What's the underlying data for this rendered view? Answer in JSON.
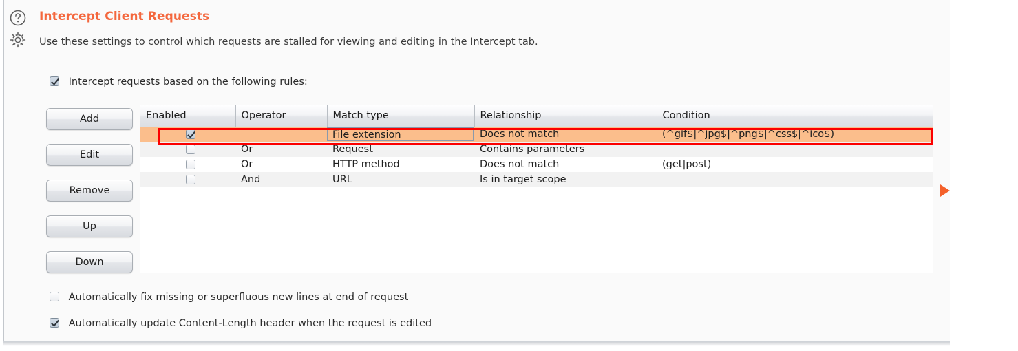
{
  "header": {
    "help_icon": "question-mark-circle-icon",
    "settings_icon": "gear-icon",
    "title": "Intercept Client Requests",
    "subtitle": "Use these settings to control which requests are stalled for viewing and editing in the Intercept tab."
  },
  "options": {
    "intercept_rules": {
      "label": "Intercept requests based on the following rules:",
      "checked": true
    },
    "fix_newlines": {
      "label": "Automatically fix missing or superfluous new lines at end of request",
      "checked": false
    },
    "update_content_length": {
      "label": "Automatically update Content-Length header when the request is edited",
      "checked": true
    }
  },
  "buttons": {
    "add": "Add",
    "edit": "Edit",
    "remove": "Remove",
    "up": "Up",
    "down": "Down"
  },
  "table": {
    "columns": [
      "Enabled",
      "Operator",
      "Match type",
      "Relationship",
      "Condition"
    ],
    "rows": [
      {
        "enabled": true,
        "operator": "",
        "match_type": "File extension",
        "relationship": "Does not match",
        "condition": "(^gif$|^jpg$|^png$|^css$|^ico$)",
        "selected": true,
        "focused_cell": "match_type"
      },
      {
        "enabled": false,
        "operator": "Or",
        "match_type": "Request",
        "relationship": "Contains parameters",
        "condition": "",
        "selected": false,
        "focused_cell": ""
      },
      {
        "enabled": false,
        "operator": "Or",
        "match_type": "HTTP method",
        "relationship": "Does not match",
        "condition": "(get|post)",
        "selected": false,
        "focused_cell": ""
      },
      {
        "enabled": false,
        "operator": "And",
        "match_type": "URL",
        "relationship": "Is in target scope",
        "condition": "",
        "selected": false,
        "focused_cell": ""
      }
    ]
  },
  "annotations": {
    "highlight_box_color": "#fc0000",
    "pointer_icon": "right-arrow-triangle-icon",
    "pointer_color": "#f4602a"
  },
  "colors": {
    "title": "#f4673d",
    "selected_row": "#fbbe8c",
    "alt_row": "#f2f2f2",
    "panel_bg": "#fafafa"
  }
}
